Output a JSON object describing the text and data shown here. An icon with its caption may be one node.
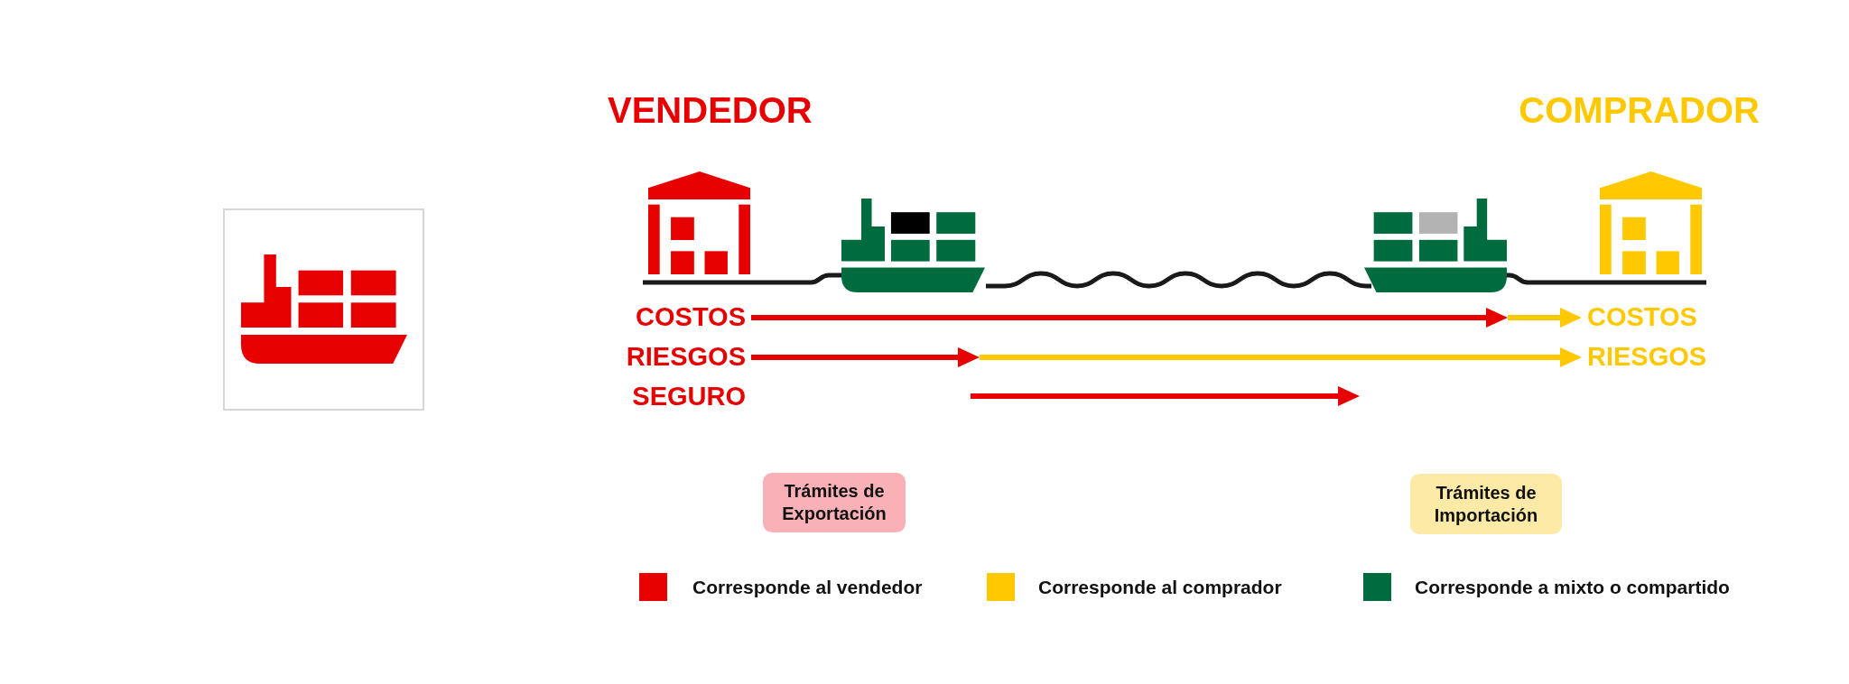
{
  "diagram": {
    "nodes": [
      {
        "text": [],
        "shape": "picture"
      },
      {
        "text": [],
        "shape": "picture"
      },
      {
        "text": [],
        "shape": "picture"
      },
      {
        "text": [],
        "shape": "picture"
      },
      {
        "text": [
          "COSTOS"
        ]
      },
      {
        "text": [
          "COSTOS"
        ]
      },
      {
        "text": [
          "RIESGOS"
        ]
      },
      {
        "text": [
          "RIESGOS"
        ]
      },
      {
        "text": [
          "Trámites de Exportación"
        ]
      },
      {
        "text": [
          "Trámites de Importación"
        ]
      }
    ],
    "edges": [
      {
        "from": 0,
        "to": 1,
        "arrow": "none",
        "color": "#1a1a1a"
      },
      {
        "from": 1,
        "to": 2,
        "arrow": "none",
        "color": "#1a1a1a"
      },
      {
        "from": 2,
        "to": 3,
        "arrow": "none",
        "color": "#1a1a1a"
      },
      {
        "from": 4,
        "to": 2,
        "arrow": "to",
        "color": "#e60000"
      },
      {
        "from": 2,
        "to": 5,
        "arrow": "to",
        "color": "#ffc800"
      },
      {
        "from": 6,
        "to": 1,
        "arrow": "to",
        "color": "#e60000"
      },
      {
        "from": 1,
        "to": 7,
        "arrow": "to",
        "color": "#ffc800"
      }
    ],
    "labels": [
      "VENDEDOR",
      "COMPRADOR",
      "SEGURO"
    ],
    "legend": [
      {
        "text": "Corresponde al vendedor",
        "color": "#e60000"
      },
      {
        "text": "Corresponde al comprador",
        "color": "#ffc800"
      },
      {
        "text": "Corresponde a mixto o compartido",
        "color": "#006b3f"
      }
    ]
  }
}
